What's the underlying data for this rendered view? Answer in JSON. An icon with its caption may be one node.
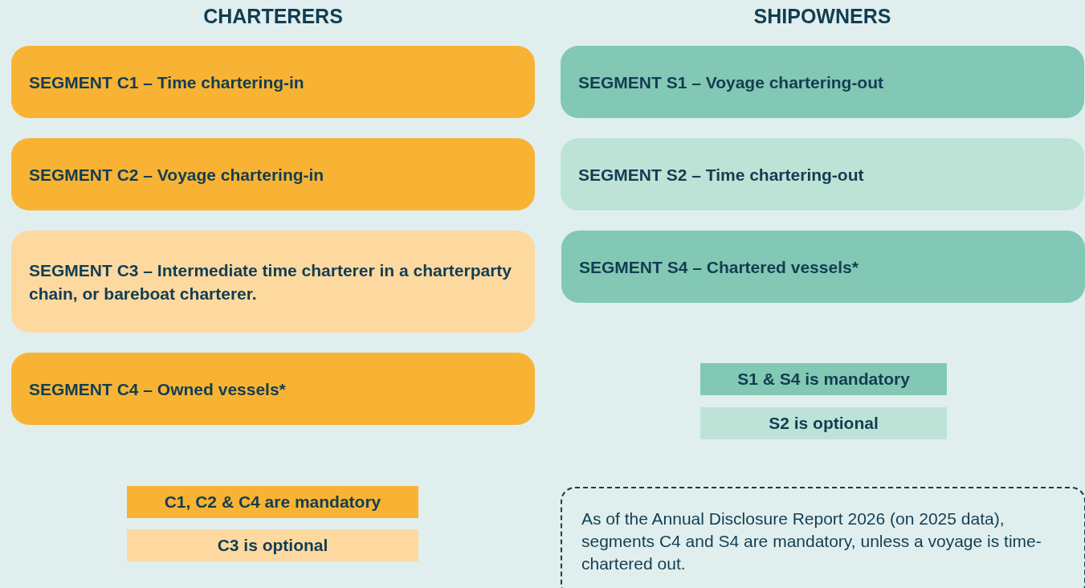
{
  "diagram": {
    "nodes": [
      {
        "text": [
          "SEGMENT C1 – Time chartering-in"
        ]
      },
      {
        "text": [
          "SEGMENT C2 – Voyage chartering-in"
        ]
      },
      {
        "text": [
          "SEGMENT C3 – Intermediate time charterer in a charterparty chain, or bareboat charterer."
        ]
      },
      {
        "text": [
          "SEGMENT C4 – Owned vessels*"
        ]
      },
      {
        "text": [
          "SEGMENT S1 – Voyage chartering-out"
        ]
      },
      {
        "text": [
          "SEGMENT S2 – Time chartering-out"
        ]
      },
      {
        "text": [
          "SEGMENT S4 – Chartered vessels*"
        ]
      },
      {
        "text": [
          "As of the Annual Disclosure Report 2026 (on 2025 data), segments C4 and S4 are mandatory, unless a voyage is time-chartered out."
        ]
      }
    ],
    "labels": [
      "CHARTERERS",
      "SHIPOWNERS"
    ],
    "legend": [
      {
        "text": "C1, C2 & C4 are mandatory",
        "color": "#f8b334"
      },
      {
        "text": "C3 is optional",
        "color": "#fdd9a0"
      },
      {
        "text": "S1 & S4 is mandatory",
        "color": "#82c8b4"
      },
      {
        "text": "S2 is optional",
        "color": "#bde3d6"
      }
    ]
  }
}
